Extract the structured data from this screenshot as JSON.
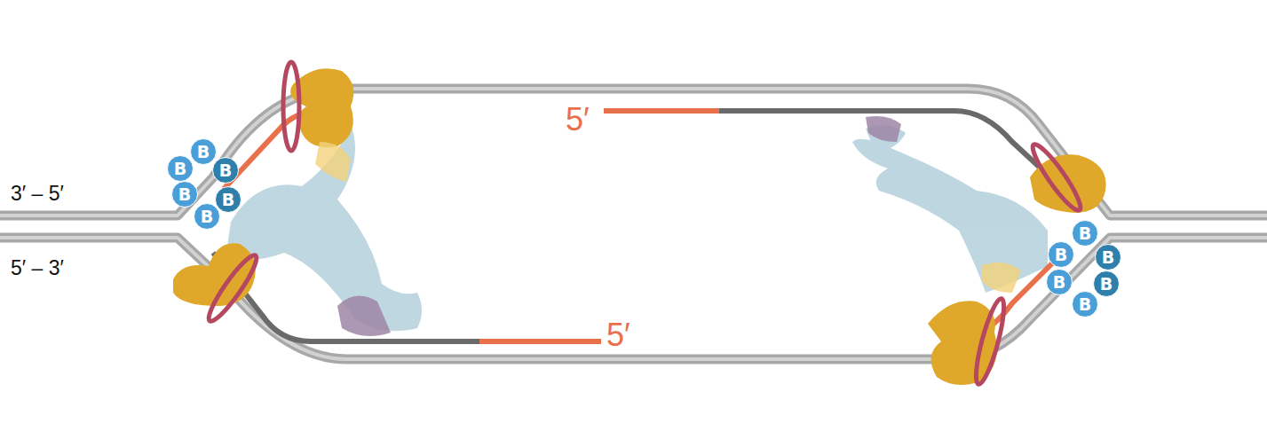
{
  "diagram": {
    "nodes": [
      {
        "text": [
          "B"
        ]
      },
      {
        "text": [
          "B"
        ]
      },
      {
        "text": [
          "B"
        ]
      },
      {
        "text": [
          "B"
        ]
      },
      {
        "text": [
          "B"
        ]
      },
      {
        "text": [
          "B"
        ]
      },
      {
        "text": [
          "B"
        ]
      },
      {
        "text": [
          "B"
        ]
      },
      {
        "text": [
          "B"
        ]
      },
      {
        "text": [
          "B"
        ]
      },
      {
        "text": [
          "B"
        ]
      },
      {
        "text": [
          "B"
        ]
      }
    ],
    "labels": [
      "5′",
      "3′ – 5′",
      "5′ – 3′",
      "5′"
    ]
  }
}
